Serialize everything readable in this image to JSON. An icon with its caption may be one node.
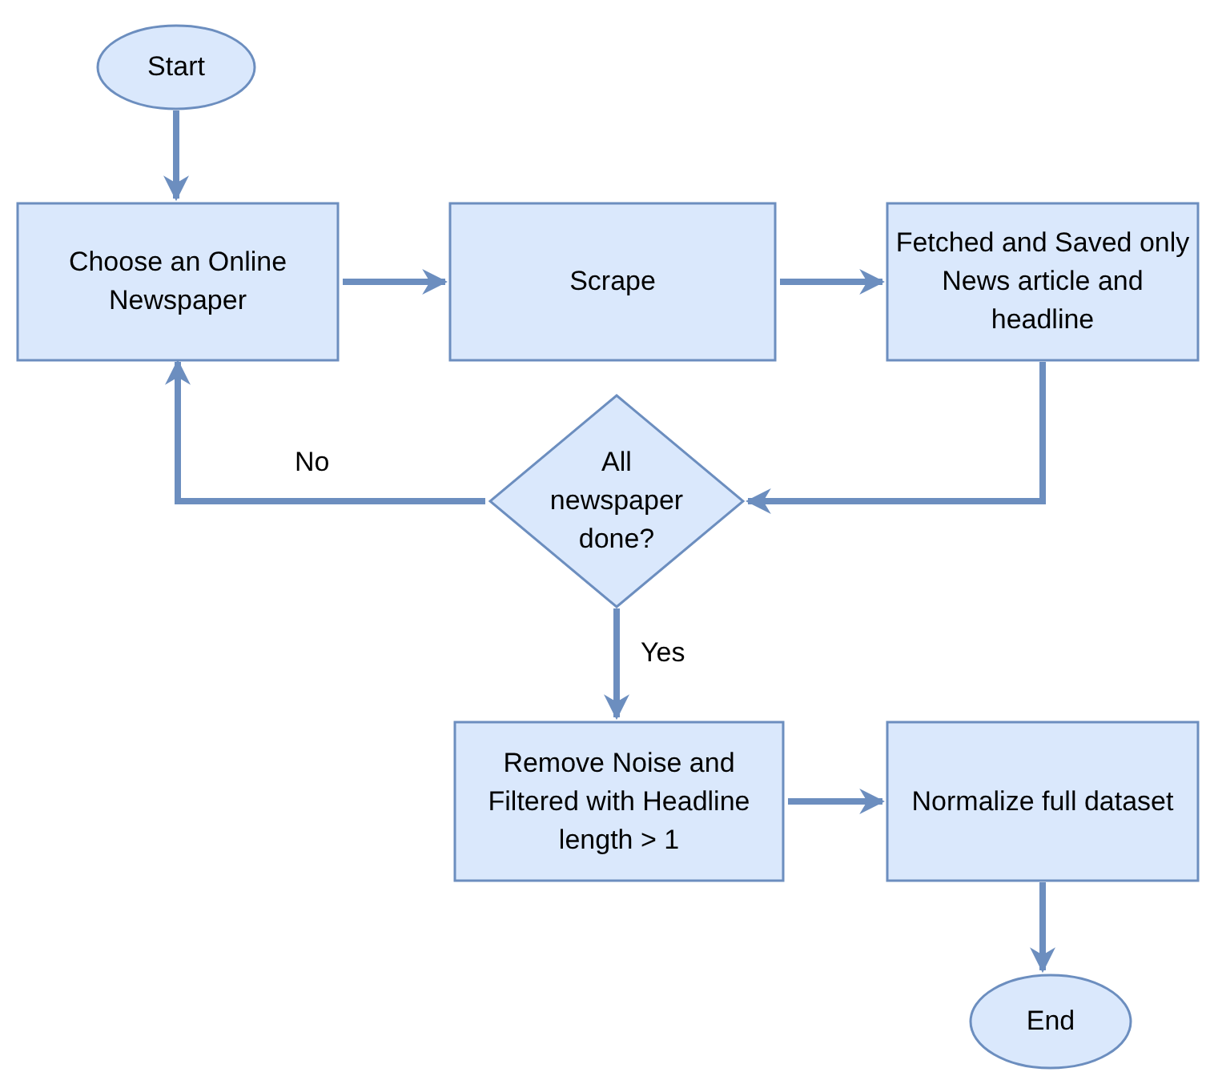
{
  "diagram": {
    "nodes": [
      {
        "text": [
          "Start"
        ]
      },
      {
        "text": [
          "Choose an Online Newspaper"
        ]
      },
      {
        "text": [
          "Scrape"
        ]
      },
      {
        "text": [
          "Fetched and Saved only News article and headline"
        ]
      },
      {
        "text": [
          "All newspaper done?"
        ]
      },
      {
        "text": [
          "Remove Noise and Filtered with Headline length > 1"
        ]
      },
      {
        "text": [
          "Normalize full dataset"
        ]
      },
      {
        "text": [
          "End"
        ]
      }
    ],
    "edges": [
      {
        "from": 0,
        "to": 1,
        "arrow": "to"
      },
      {
        "from": 1,
        "to": 2,
        "arrow": "to"
      },
      {
        "from": 2,
        "to": 3,
        "arrow": "to"
      },
      {
        "from": 3,
        "to": 4,
        "arrow": "to"
      },
      {
        "from": 4,
        "to": 1,
        "arrow": "to",
        "label": "No"
      },
      {
        "from": 4,
        "to": 5,
        "arrow": "to",
        "label": "Yes"
      },
      {
        "from": 5,
        "to": 6,
        "arrow": "to"
      },
      {
        "from": 6,
        "to": 7,
        "arrow": "to"
      }
    ]
  }
}
